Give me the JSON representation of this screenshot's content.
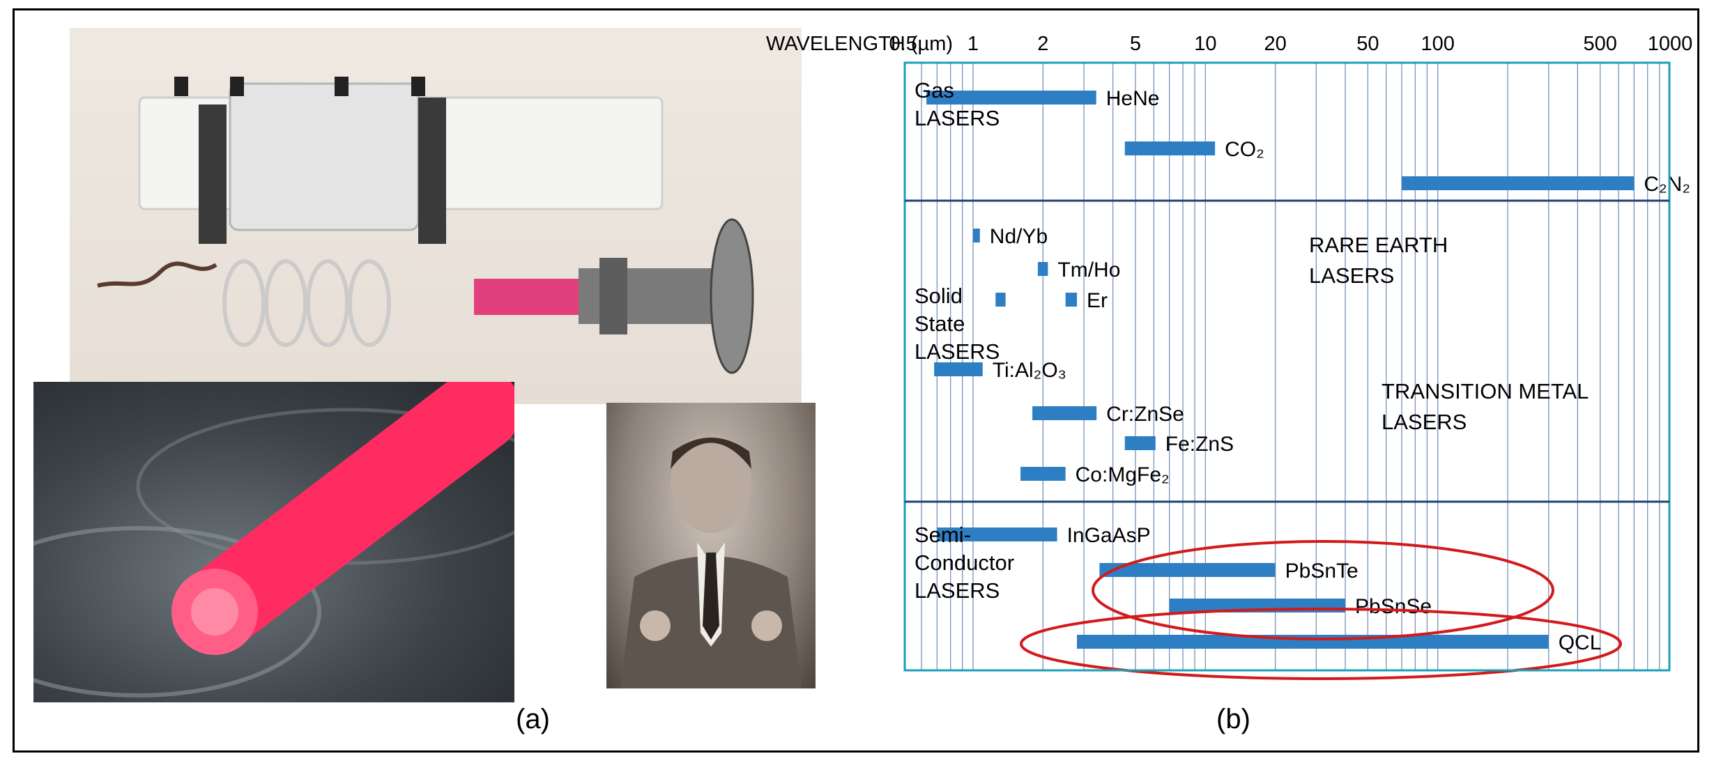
{
  "panel_a": {
    "caption": "(a)",
    "photos": [
      "laser-head-assembly-photo",
      "glowing-ruby-rod-photo",
      "inventor-portrait-photo"
    ]
  },
  "panel_b": {
    "caption": "(b)"
  },
  "chart_data": {
    "type": "bar",
    "orientation": "horizontal-range",
    "xscale": "log",
    "xlabel": "WAVELENGTH (µm)",
    "xlim": [
      0.4,
      1000
    ],
    "xticks": [
      0.5,
      1,
      2,
      5,
      10,
      20,
      50,
      100,
      500,
      1000
    ],
    "xtick_labels": [
      "0.5",
      "1",
      "2",
      "5",
      "10",
      "20",
      "50",
      "100",
      "500",
      "1000"
    ],
    "grid": true,
    "bar_color": "#2e7ec4",
    "frame_color": "#1aa0b8",
    "divider_color": "#1f3f7a",
    "groups": [
      {
        "label_lines": [
          "Gas",
          "LASERS"
        ]
      },
      {
        "label_lines": [
          "Solid",
          "State",
          "LASERS"
        ]
      },
      {
        "label_lines": [
          "Semi-",
          "Conductor",
          "LASERS"
        ]
      }
    ],
    "region_labels": [
      {
        "lines": [
          "RARE EARTH",
          "LASERS"
        ]
      },
      {
        "lines": [
          "TRANSITION METAL",
          "LASERS"
        ]
      }
    ],
    "series": [
      {
        "name": "HeNe",
        "group": 0,
        "ranges": [
          [
            0.63,
            3.39
          ]
        ]
      },
      {
        "name": "CO₂",
        "group": 0,
        "ranges": [
          [
            4.5,
            11
          ]
        ]
      },
      {
        "name": "C₂N₂",
        "group": 0,
        "ranges": [
          [
            70,
            700
          ]
        ]
      },
      {
        "name": "Nd/Yb",
        "group": 1,
        "ranges": [
          [
            1.0,
            1.07
          ]
        ]
      },
      {
        "name": "Tm/Ho",
        "group": 1,
        "ranges": [
          [
            1.9,
            2.1
          ]
        ]
      },
      {
        "name": "Er",
        "group": 1,
        "ranges": [
          [
            1.25,
            1.38
          ],
          [
            2.5,
            2.8
          ]
        ]
      },
      {
        "name": "Ti:Al₂O₃",
        "group": 1,
        "ranges": [
          [
            0.68,
            1.1
          ]
        ]
      },
      {
        "name": "Cr:ZnSe",
        "group": 1,
        "ranges": [
          [
            1.8,
            3.4
          ]
        ]
      },
      {
        "name": "Fe:ZnS",
        "group": 1,
        "ranges": [
          [
            4.5,
            6.1
          ]
        ]
      },
      {
        "name": "Co:MgFe₂",
        "group": 1,
        "ranges": [
          [
            1.6,
            2.5
          ]
        ]
      },
      {
        "name": "InGaAsP",
        "group": 2,
        "ranges": [
          [
            0.7,
            2.3
          ]
        ]
      },
      {
        "name": "PbSnTe",
        "group": 2,
        "ranges": [
          [
            3.5,
            20
          ]
        ]
      },
      {
        "name": "PbSnSe",
        "group": 2,
        "ranges": [
          [
            7,
            40
          ]
        ]
      },
      {
        "name": "QCL",
        "group": 2,
        "ranges": [
          [
            2.8,
            300
          ]
        ]
      }
    ],
    "highlights": [
      {
        "encloses": [
          "PbSnTe",
          "PbSnSe"
        ],
        "color": "#d21a1a"
      },
      {
        "encloses": [
          "QCL"
        ],
        "color": "#d21a1a"
      }
    ]
  }
}
